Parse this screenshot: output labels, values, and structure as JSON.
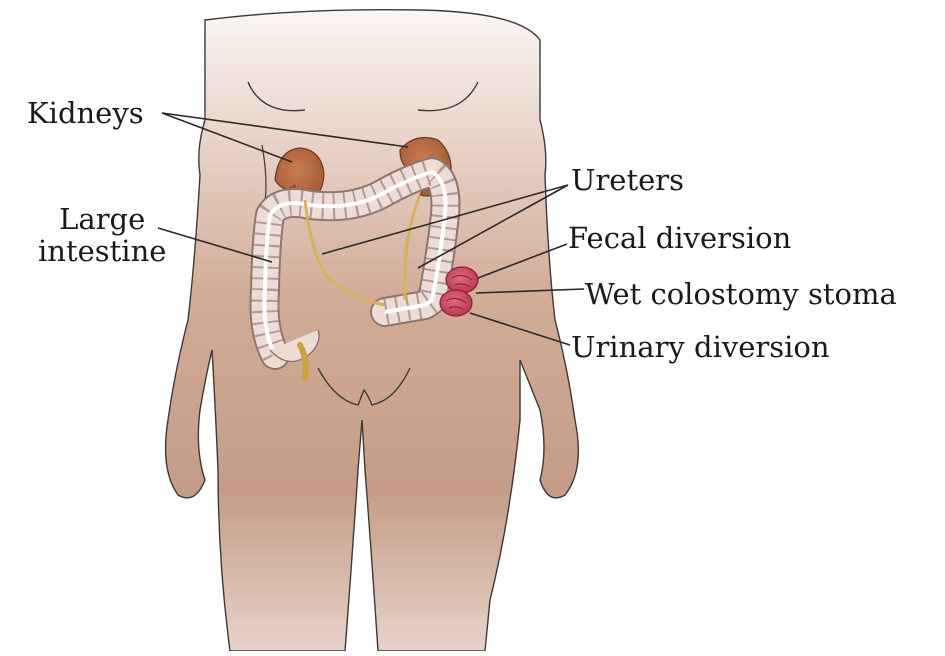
{
  "labels": {
    "kidneys": "Kidneys",
    "large_intestine_line1": "Large",
    "large_intestine_line2": "intestine",
    "ureters": "Ureters",
    "fecal_diversion": "Fecal diversion",
    "wet_colostomy_stoma": "Wet colostomy stoma",
    "urinary_diversion": "Urinary diversion"
  },
  "colors": {
    "skin": "#c9a08a",
    "skin_light": "#f3e8e2",
    "kidney": "#b5663e",
    "intestine": "#e8d4cf",
    "ureter": "#d8b15a",
    "stoma": "#c9405a"
  }
}
